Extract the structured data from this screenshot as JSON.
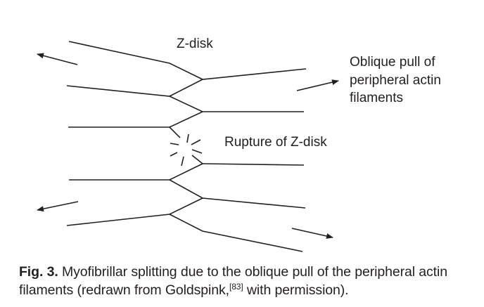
{
  "figure": {
    "labels": {
      "z_disk": "Z-disk",
      "oblique_pull": [
        "Oblique pull of",
        "peripheral actin",
        "filaments"
      ],
      "rupture": "Rupture of Z-disk"
    },
    "caption": {
      "fig_label": "Fig. 3.",
      "text_before_ref": " Myofibrillar splitting due to the oblique pull of the peripheral actin filaments (redrawn from Goldspink,",
      "reference": "[83]",
      "text_after_ref": " with permission)."
    },
    "colors": {
      "ink": "#231f20",
      "background": "#ffffff"
    }
  }
}
